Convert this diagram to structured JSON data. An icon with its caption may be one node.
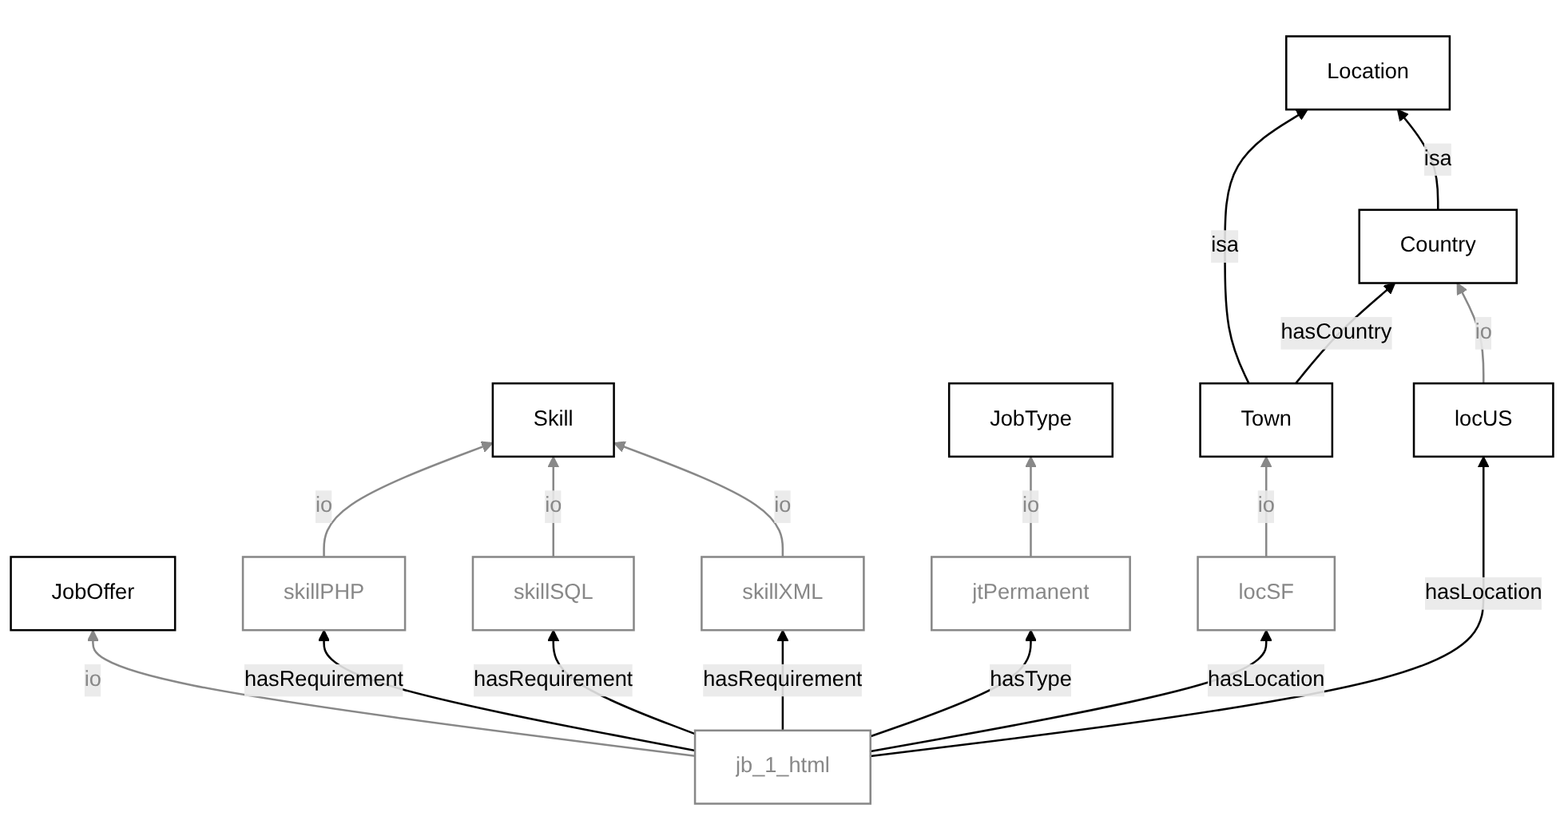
{
  "diagram": {
    "nodes": [
      {
        "text": [
          "Location"
        ]
      },
      {
        "text": [
          "Skill"
        ]
      },
      {
        "text": [
          "JobOffer"
        ]
      },
      {
        "text": [
          "JobType"
        ]
      },
      {
        "text": [
          "Town"
        ]
      },
      {
        "text": [
          "jb_1_html"
        ]
      },
      {
        "text": [
          "Country"
        ]
      },
      {
        "text": [
          "locSF"
        ]
      },
      {
        "text": [
          "skillPHP"
        ]
      },
      {
        "text": [
          "skillSQL"
        ]
      },
      {
        "text": [
          "skillXML"
        ]
      },
      {
        "text": [
          "jtPermanent"
        ]
      },
      {
        "text": [
          "locUS"
        ]
      }
    ],
    "edges": [
      {
        "from": 4,
        "to": 0,
        "arrow": "to",
        "label": "isa"
      },
      {
        "from": 6,
        "to": 0,
        "arrow": "to",
        "label": "isa"
      },
      {
        "from": 4,
        "to": 6,
        "arrow": "to",
        "label": "hasCountry"
      },
      {
        "from": 7,
        "to": 4,
        "arrow": "to",
        "label": "io",
        "color": "#888888"
      },
      {
        "from": 8,
        "to": 1,
        "arrow": "to",
        "label": "io",
        "color": "#888888"
      },
      {
        "from": 9,
        "to": 1,
        "arrow": "to",
        "label": "io",
        "color": "#888888"
      },
      {
        "from": 10,
        "to": 1,
        "arrow": "to",
        "label": "io",
        "color": "#888888"
      },
      {
        "from": 5,
        "to": 2,
        "arrow": "to",
        "label": "io",
        "color": "#888888"
      },
      {
        "from": 11,
        "to": 3,
        "arrow": "to",
        "label": "io",
        "color": "#888888"
      },
      {
        "from": 12,
        "to": 6,
        "arrow": "to",
        "label": "io",
        "color": "#888888"
      },
      {
        "from": 5,
        "to": 7,
        "arrow": "to",
        "label": "hasLocation"
      },
      {
        "from": 5,
        "to": 8,
        "arrow": "to",
        "label": "hasRequirement"
      },
      {
        "from": 5,
        "to": 9,
        "arrow": "to",
        "label": "hasRequirement"
      },
      {
        "from": 5,
        "to": 10,
        "arrow": "to",
        "label": "hasRequirement"
      },
      {
        "from": 5,
        "to": 11,
        "arrow": "to",
        "label": "hasType"
      },
      {
        "from": 5,
        "to": 12,
        "arrow": "to",
        "label": "hasLocation"
      }
    ]
  }
}
